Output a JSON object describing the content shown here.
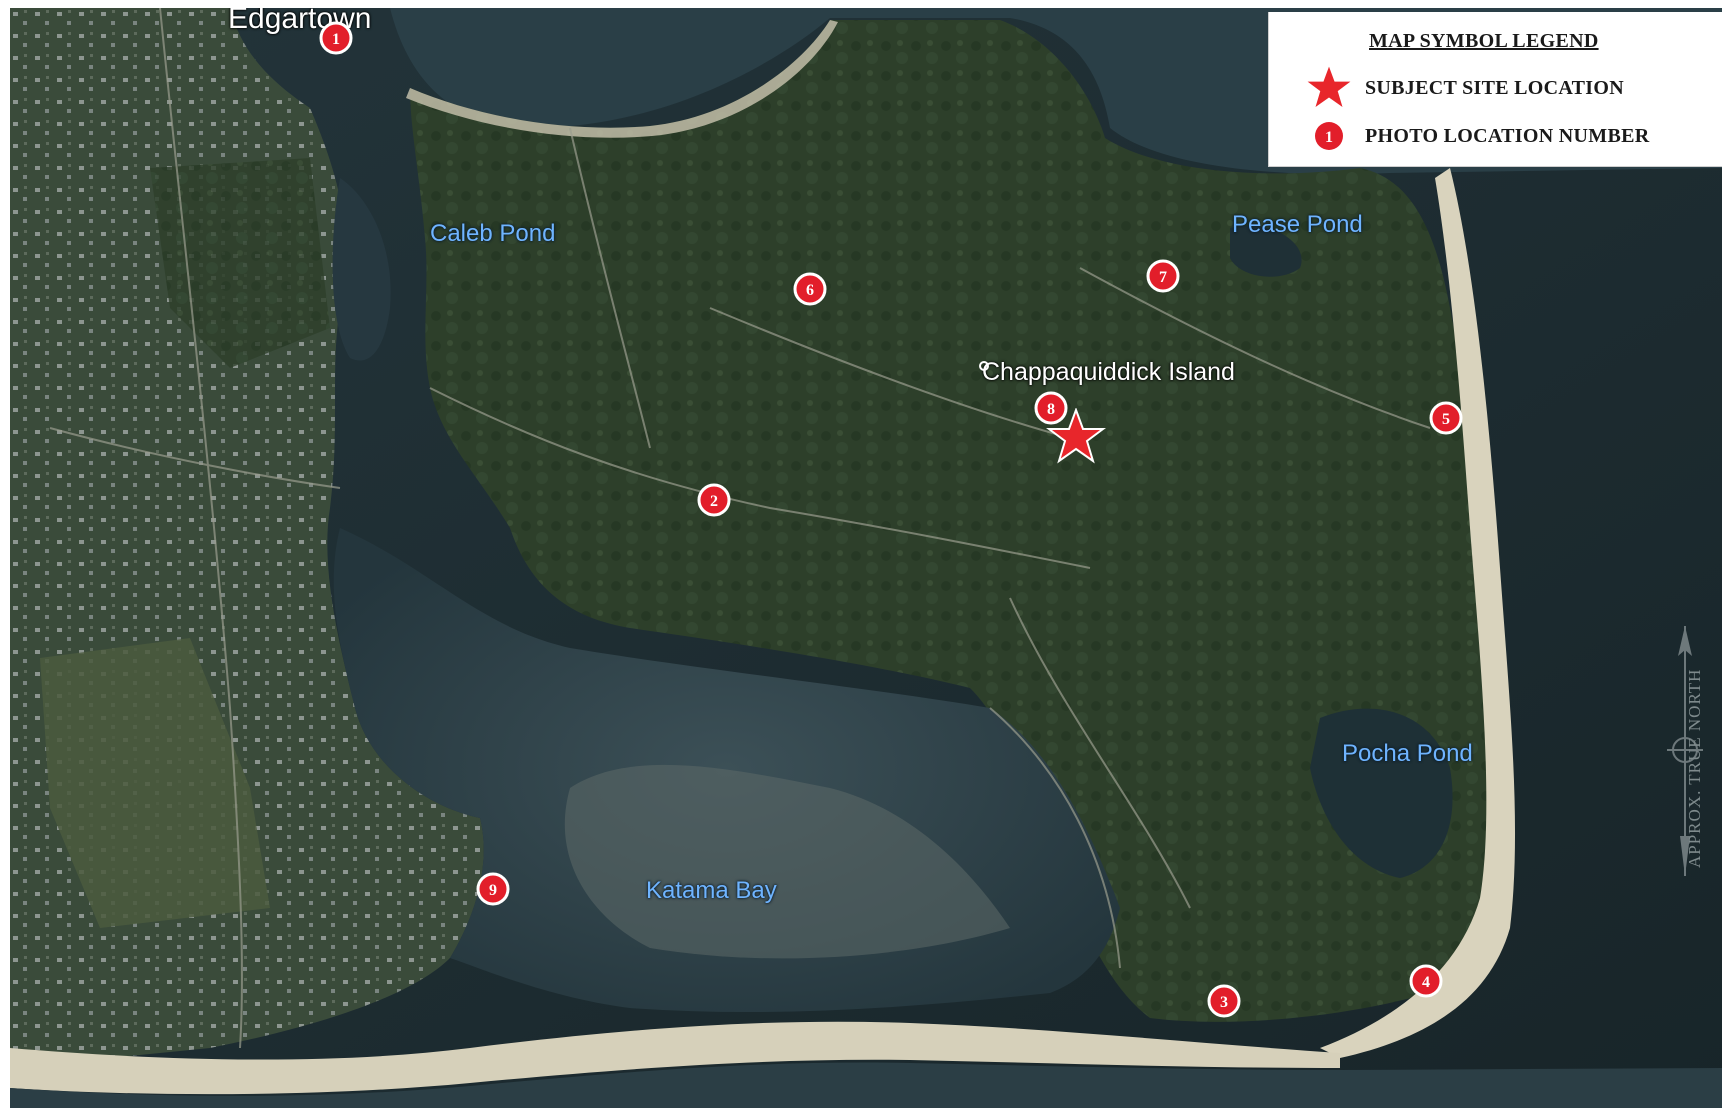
{
  "map": {
    "place_labels": [
      {
        "id": "edgartown",
        "text": "Edgartown",
        "kind": "town"
      },
      {
        "id": "caleb-pond",
        "text": "Caleb Pond",
        "kind": "water"
      },
      {
        "id": "pease-pond",
        "text": "Pease Pond",
        "kind": "water"
      },
      {
        "id": "chappaquiddick-island",
        "text": "Chappaquiddick Island",
        "kind": "town"
      },
      {
        "id": "pocha-pond",
        "text": "Pocha Pond",
        "kind": "water"
      },
      {
        "id": "katama-bay",
        "text": "Katama Bay",
        "kind": "water"
      }
    ],
    "photo_markers": [
      "1",
      "2",
      "3",
      "4",
      "5",
      "6",
      "7",
      "8",
      "9"
    ],
    "subject_site": {
      "symbol": "star-icon",
      "color": "#e8262b"
    },
    "marker_color": "#e21e2a",
    "north_label": "APPROX. TRUE NORTH"
  },
  "legend": {
    "title": "MAP SYMBOL LEGEND",
    "items": [
      {
        "symbol": "star-icon",
        "label": "SUBJECT SITE LOCATION"
      },
      {
        "symbol": "circle-marker-icon",
        "label": "PHOTO LOCATION NUMBER",
        "marker_text": "1"
      }
    ]
  }
}
